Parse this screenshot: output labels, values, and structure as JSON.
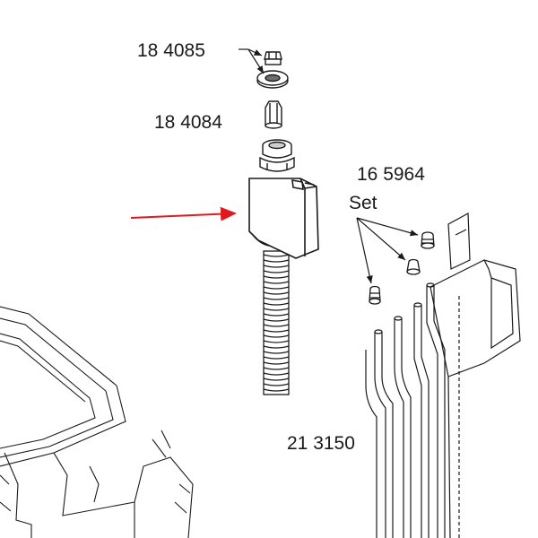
{
  "labels": {
    "part_184085": "18 4085",
    "part_184084": "18 4084",
    "part_165964": "16 5964",
    "set": "Set",
    "part_213150": "21 3150"
  },
  "colors": {
    "line": "#1a1a1a",
    "arrow": "#e0191f",
    "background": "#ffffff"
  }
}
